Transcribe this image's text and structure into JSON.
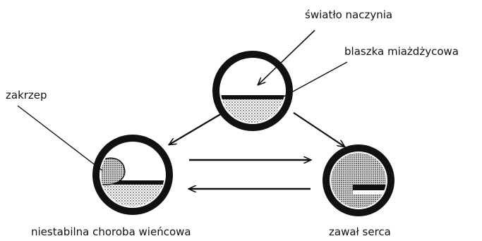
{
  "labels": {
    "lumen": "światło naczynia",
    "plaque": "blaszka miażdżycowa",
    "thrombus": "zakrzep",
    "unstable": "niestabilna choroba wieńcowa",
    "infarction": "zawał serca"
  },
  "colors": {
    "ink": "#111111",
    "stipple": "#8a8a8a",
    "background": "#ffffff"
  },
  "icons": {
    "top_vessel": "vessel-cross-section-plaque",
    "left_vessel": "vessel-cross-section-thrombus-partial",
    "right_vessel": "vessel-cross-section-thrombus-occlusive"
  }
}
